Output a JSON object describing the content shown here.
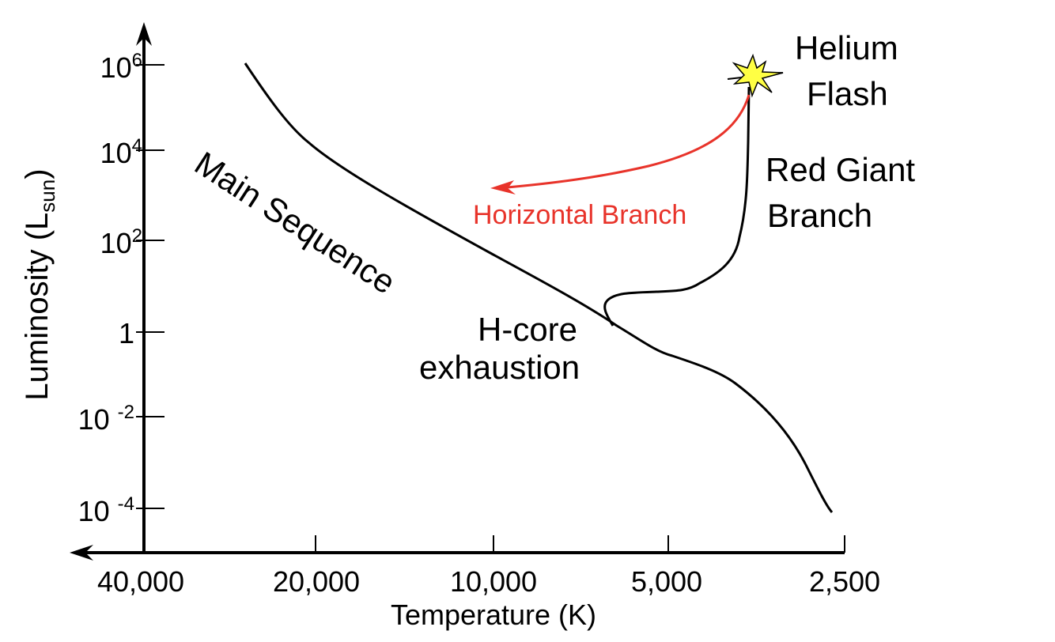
{
  "chart_data": {
    "type": "line",
    "title": "",
    "xlabel": "Temperature (K)",
    "ylabel": "Luminosity (L_sun)",
    "ylabel_parts": {
      "main": "Luminosity (L",
      "sub": "sun",
      "close": ")"
    },
    "x_axis": {
      "scale": "log",
      "direction": "reversed",
      "ticks": [
        "40,000",
        "20,000",
        "10,000",
        "5,000",
        "2,500"
      ],
      "values": [
        40000,
        20000,
        10000,
        5000,
        2500
      ]
    },
    "y_axis": {
      "scale": "log",
      "ticks": [
        {
          "base": "10",
          "exp": "6"
        },
        {
          "base": "10",
          "exp": "4"
        },
        {
          "base": "10",
          "exp": "2"
        },
        {
          "base": "1",
          "exp": ""
        },
        {
          "base": "10",
          "exp": "-2"
        },
        {
          "base": "10",
          "exp": "-4"
        }
      ],
      "values": [
        1000000,
        10000,
        100,
        1,
        0.01,
        0.0001
      ]
    },
    "grid": false,
    "series": [
      {
        "name": "Main Sequence",
        "color": "#000000",
        "x": [
          30000,
          20000,
          10000,
          6500,
          5000,
          4000,
          3200,
          2600
        ],
        "y": [
          1000000,
          10000,
          80,
          1,
          0.3,
          0.1,
          0.003,
          0.0002
        ]
      },
      {
        "name": "Red Giant Branch",
        "color": "#000000",
        "x": [
          6200,
          6300,
          5000,
          3800,
          3700,
          3700
        ],
        "y": [
          0.9,
          5,
          6,
          40,
          500,
          300000
        ]
      },
      {
        "name": "Horizontal Branch",
        "color": "#e8332a",
        "x": [
          3700,
          5000,
          9000
        ],
        "y": [
          300000,
          2000,
          1000
        ]
      }
    ],
    "annotations": [
      "Main Sequence",
      "H-core exhaustion",
      "Red Giant Branch",
      "Helium Flash",
      "Horizontal Branch"
    ]
  },
  "labels": {
    "main_sequence": "Main Sequence",
    "hcore_line1": "H-core",
    "hcore_line2": "exhaustion",
    "rgb_line1": "Red Giant",
    "rgb_line2": "Branch",
    "flash_line1": "Helium",
    "flash_line2": "Flash",
    "horizontal_branch": "Horizontal Branch"
  },
  "colors": {
    "axis": "#000000",
    "horizontal_branch": "#e8332a",
    "flash_fill": "#ffff44"
  }
}
